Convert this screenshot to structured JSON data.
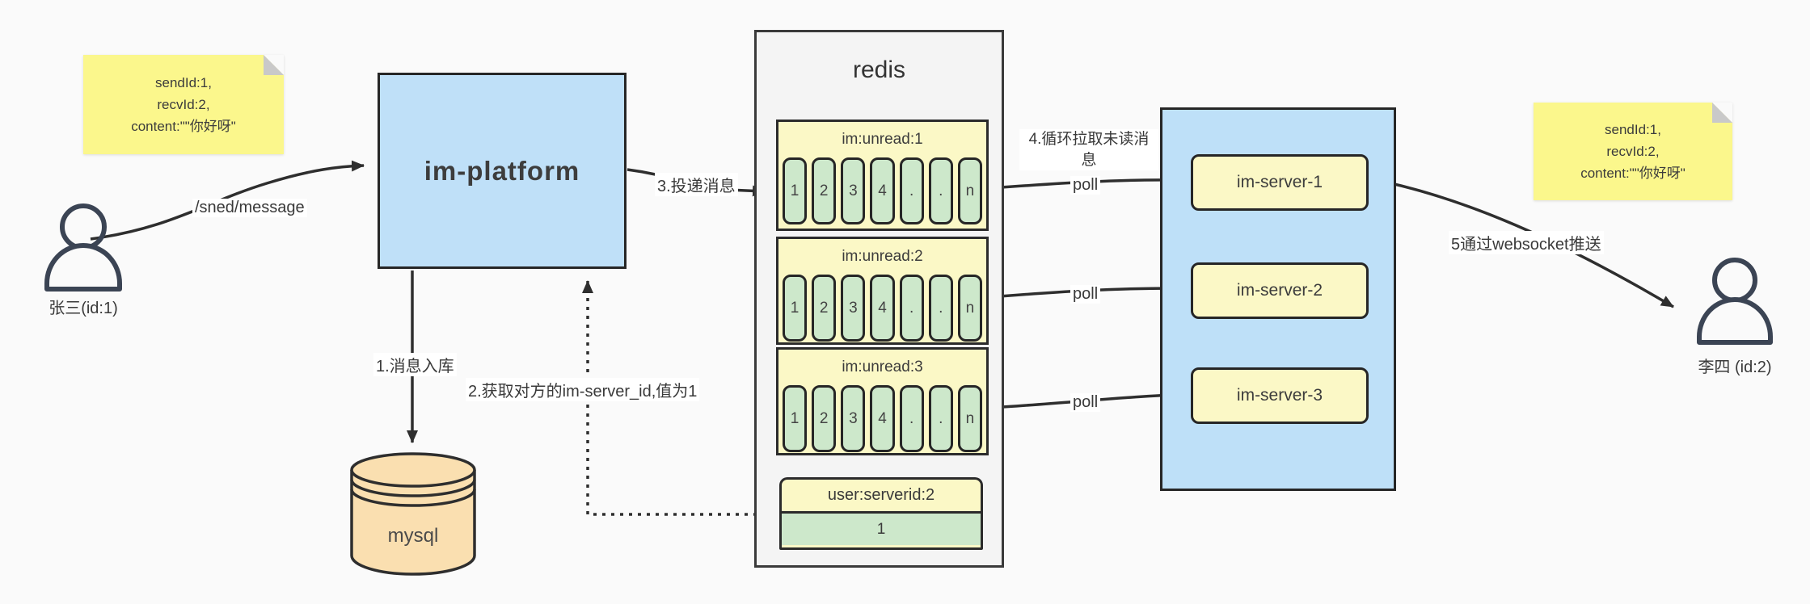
{
  "colors": {
    "background": "#fafafa",
    "sticky_yellow": "#fbf78c",
    "pale_yellow": "#fbf8c6",
    "cell_green": "#cde8cb",
    "box_blue": "#bfe0f8",
    "mysql_orange": "#fadfb0",
    "redis_gray": "#f4f4f4",
    "line_dark": "#2e2e2e"
  },
  "sticky_left": {
    "line1": "sendId:1,",
    "line2": "recvId:2,",
    "line3": "content:\"\"你好呀\""
  },
  "sticky_right": {
    "line1": "sendId:1,",
    "line2": "recvId:2,",
    "line3": "content:\"\"你好呀\""
  },
  "person_left": {
    "label": "张三(id:1)"
  },
  "person_right": {
    "label": "李四 (id:2)"
  },
  "platform": {
    "label": "im-platform"
  },
  "mysql": {
    "label": "mysql"
  },
  "redis": {
    "title": "redis",
    "queues": [
      {
        "header": "im:unread:1",
        "cells": [
          "1",
          "2",
          "3",
          "4",
          ".",
          ".",
          "n"
        ]
      },
      {
        "header": "im:unread:2",
        "cells": [
          "1",
          "2",
          "3",
          "4",
          ".",
          ".",
          "n"
        ]
      },
      {
        "header": "im:unread:3",
        "cells": [
          "1",
          "2",
          "3",
          "4",
          ".",
          ".",
          "n"
        ]
      }
    ],
    "kv": {
      "header": "user:serverid:2",
      "value": "1"
    }
  },
  "servers": {
    "items": [
      {
        "label": "im-server-1"
      },
      {
        "label": "im-server-2"
      },
      {
        "label": "im-server-3"
      }
    ]
  },
  "edge_labels": {
    "send_endpoint": "/sned/message",
    "step1": "1.消息入库",
    "step2": "2.获取对方的im-server_id,值为1",
    "step3": "3.投递消息",
    "step4": "4.循环拉取未读消息",
    "step5": "5通过websocket推送",
    "poll1": "poll",
    "poll2": "poll",
    "poll3": "poll"
  }
}
